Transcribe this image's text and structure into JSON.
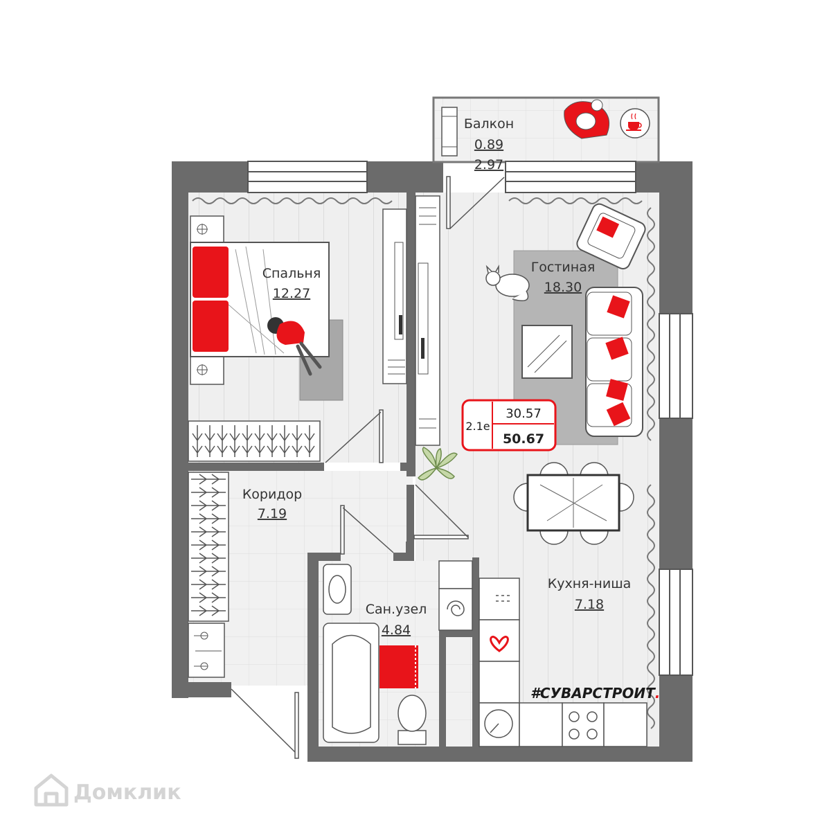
{
  "rooms": {
    "balcony": {
      "name": "Балкон",
      "area": "0.89",
      "area_full": "2.97"
    },
    "bedroom": {
      "name": "Спальня",
      "area": "12.27"
    },
    "living": {
      "name": "Гостиная",
      "area": "18.30"
    },
    "corridor": {
      "name": "Коридор",
      "area": "7.19"
    },
    "bathroom": {
      "name": "Сан.узел",
      "area": "4.84"
    },
    "kitchen": {
      "name": "Кухня-ниша",
      "area": "7.18"
    }
  },
  "badge": {
    "type": "2.1e",
    "living_area": "30.57",
    "total_area": "50.67"
  },
  "brand": {
    "hashtag": "#СУВАРСТРОИТ",
    "dot": "."
  },
  "watermark": {
    "text": "Домклик"
  },
  "colors": {
    "wall": "#6b6b6b",
    "floor": "#eeeeee",
    "accent": "#e8141a",
    "line": "#444444"
  },
  "icons": [
    "coffee-cup-icon",
    "cat-icon",
    "plant-icon",
    "heart-icon",
    "house-logo-icon"
  ]
}
